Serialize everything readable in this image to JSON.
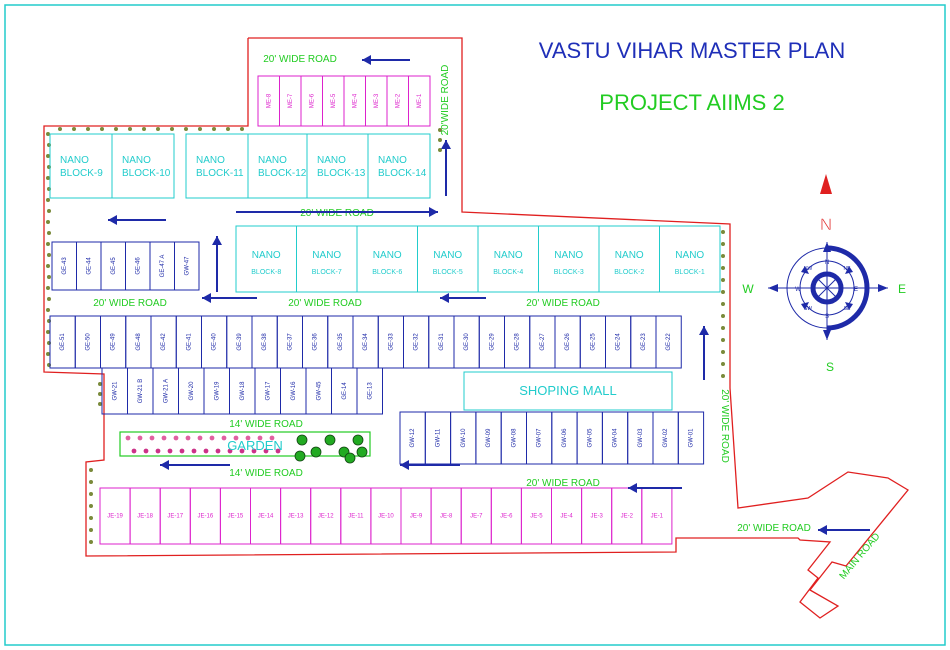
{
  "title": "VASTU VIHAR MASTER PLAN",
  "subtitle": "PROJECT AIIMS 2",
  "colors": {
    "title": "#1f2fb8",
    "subtitle": "#22cc22",
    "border": "#22cccc",
    "boundary": "#e02020",
    "blue": "#1e2aa8",
    "cyan": "#22cccc",
    "magenta": "#dd22cc",
    "green": "#22cc22",
    "tree": "#7a8a3a"
  },
  "roads": {
    "r20_top": "20' WIDE ROAD",
    "r20_vertical_top": "20'WIDE ROAD",
    "r20_mid": "20' WIDE ROAD",
    "r20_left": "20' WIDE ROAD",
    "r20_center": "20' WIDE ROAD",
    "r20_right": "20' WIDE ROAD",
    "r20_vertical_right": "20' WIDE ROAD",
    "r14_a": "14' WIDE ROAD",
    "r14_b": "14' WIDE ROAD",
    "r20_lower": "20' WIDE ROAD",
    "r20_entry": "20' WIDE ROAD",
    "main": "MAIN ROAD"
  },
  "me_plots": [
    "ME-8",
    "ME-7",
    "ME-6",
    "ME-5",
    "ME-4",
    "ME-3",
    "ME-2",
    "ME-1"
  ],
  "nano_top": [
    {
      "a": "NANO",
      "b": "BLOCK-9"
    },
    {
      "a": "NANO",
      "b": "BLOCK-10"
    },
    {
      "a": "NANO",
      "b": "BLOCK-11"
    },
    {
      "a": "NANO",
      "b": "BLOCK-12"
    },
    {
      "a": "NANO",
      "b": "BLOCK-13"
    },
    {
      "a": "NANO",
      "b": "BLOCK-14"
    }
  ],
  "nano_mid": [
    {
      "a": "NANO",
      "b": "BLOCK-8"
    },
    {
      "a": "NANO",
      "b": "BLOCK-7"
    },
    {
      "a": "NANO",
      "b": "BLOCK-6"
    },
    {
      "a": "NANO",
      "b": "BLOCK-5"
    },
    {
      "a": "NANO",
      "b": "BLOCK-4"
    },
    {
      "a": "NANO",
      "b": "BLOCK-3"
    },
    {
      "a": "NANO",
      "b": "BLOCK-2"
    },
    {
      "a": "NANO",
      "b": "BLOCK-1"
    }
  ],
  "ge_small": [
    "GE-43",
    "GE-44",
    "GE-45",
    "GE-46",
    "GE-47 A",
    "GW-47"
  ],
  "ge_row": [
    "GE-51",
    "GE-50",
    "GE-49",
    "GE-48",
    "GE-42",
    "GE-41",
    "GE-40",
    "GE-39",
    "GE-38",
    "GE-37",
    "GE-36",
    "GE-35",
    "GE-34",
    "GE-33",
    "GE-32",
    "GE-31",
    "GE-30",
    "GE-29",
    "GE-28",
    "GE-27",
    "GE-26",
    "GE-25",
    "GE-24",
    "GE-23",
    "GE-22"
  ],
  "gw_row": [
    "GW-21",
    "GW-21 B",
    "GW-21 A",
    "GW-20",
    "GW-19",
    "GW-18",
    "GW-17",
    "GW-16",
    "GW-45",
    "GE-14",
    "GE-13"
  ],
  "mall": "SHOPING MALL",
  "gw_right": [
    "GW-12",
    "GW-11",
    "GW-10",
    "GW-09",
    "GW-08",
    "GW-07",
    "GW-06",
    "GW-05",
    "GW-04",
    "GW-03",
    "GW-02",
    "GW-01"
  ],
  "garden": "GARDEN",
  "je_plots": [
    "JE-19",
    "JE-18",
    "JE-17",
    "JE-16",
    "JE-15",
    "JE-14",
    "JE-13",
    "JE-12",
    "JE-11",
    "JE-10",
    "JE-9",
    "JE-8",
    "JE-7",
    "JE-6",
    "JE-5",
    "JE-4",
    "JE-3",
    "JE-2",
    "JE-1"
  ],
  "compass": {
    "n": "N",
    "s": "S",
    "e": "E",
    "w": "W",
    "inner_n": "N",
    "inner_s": "S",
    "inner_e": "E",
    "inner_w": "W",
    "nw": "NW",
    "ne": "NE",
    "sw": "SW",
    "se": "SE"
  }
}
